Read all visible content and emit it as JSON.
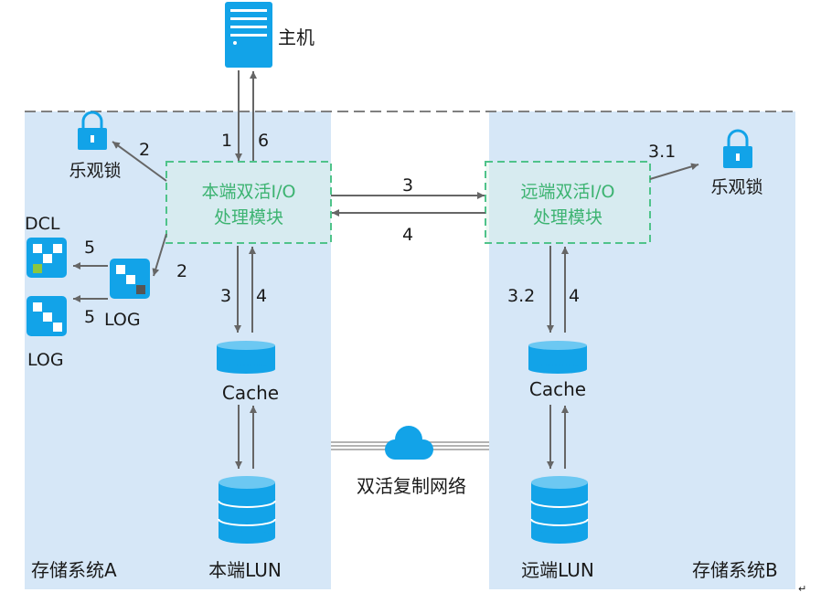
{
  "host": {
    "label": "主机"
  },
  "systems": {
    "a": {
      "label": "存储系统A"
    },
    "b": {
      "label": "存储系统B"
    }
  },
  "local_module": {
    "line1": "本端双活I/O",
    "line2": "处理模块"
  },
  "remote_module": {
    "line1": "远端双活I/O",
    "line2": "处理模块"
  },
  "local_lock": {
    "label": "乐观锁"
  },
  "remote_lock": {
    "label": "乐观锁"
  },
  "logs": {
    "dcl": "DCL",
    "log_mid": "LOG",
    "log_bottom": "LOG"
  },
  "caches": {
    "local": "Cache",
    "remote": "Cache"
  },
  "luns": {
    "local": "本端LUN",
    "remote": "远端LUN"
  },
  "network": {
    "label": "双活复制网络"
  },
  "steps": {
    "host_down": "1",
    "host_up": "6",
    "lock_local": "2",
    "log_local": "2",
    "to_remote": "3",
    "from_remote": "4",
    "dcl": "5",
    "log_bottom": "5",
    "cache_down_local": "3",
    "cache_up_local": "4",
    "lock_remote": "3.1",
    "cache_down_remote": "3.2",
    "cache_up_remote": "4"
  },
  "colors": {
    "panel": "#d6e7f7",
    "accent": "#12a3e8",
    "module_border": "#4fc38a",
    "module_text": "#3cb371",
    "arrow": "#666666"
  }
}
